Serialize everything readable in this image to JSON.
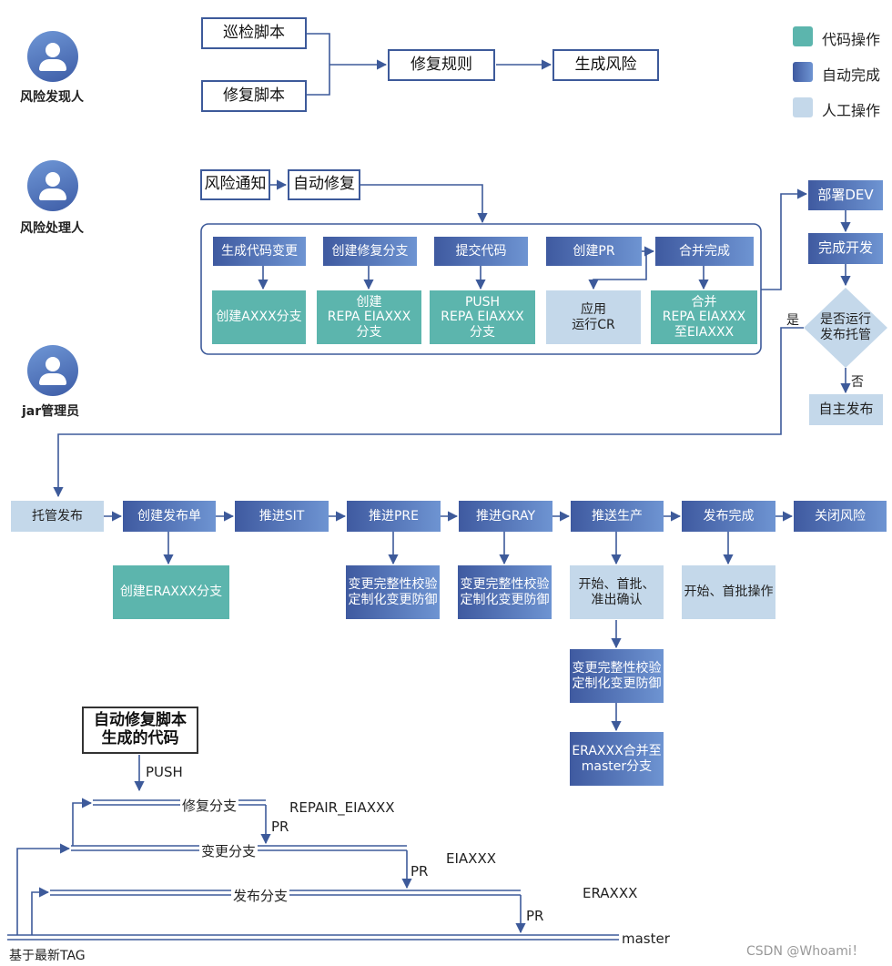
{
  "legend": [
    {
      "label": "代码操作",
      "color": "#5cb5ad"
    },
    {
      "label": "自动完成",
      "color": "#4a66ae"
    },
    {
      "label": "人工操作",
      "color": "#c4d8ea"
    }
  ],
  "roles": {
    "finder": "风险发现人",
    "handler": "风险处理人",
    "jar_admin": "jar管理员"
  },
  "discover": {
    "patrol": "巡检脚本",
    "repair_script": "修复脚本",
    "rule": "修复规则",
    "generate": "生成风险"
  },
  "handle": {
    "notify": "风险通知",
    "auto_fix": "自动修复",
    "gen_change": "生成代码变更",
    "create_branch": "创建修复分支",
    "commit": "提交代码",
    "create_pr": "创建PR",
    "merge_done": "合并完成",
    "create_axxx": "创建AXXX分支",
    "create_repa": "创建\nREPA EIAXXX\n分支",
    "push_repa": "PUSH\nREPA EIAXXX\n分支",
    "apply_cr": "应用\n运行CR",
    "merge_repa": "合并\nREPA EIAXXX\n至EIAXXX"
  },
  "deploy": {
    "deploy_dev": "部署DEV",
    "finish_dev": "完成开发",
    "decision": "是否运行\n发布托管",
    "yes": "是",
    "no": "否",
    "self_release": "自主发布"
  },
  "release": {
    "managed": "托管发布",
    "create_order": "创建发布单",
    "sit": "推进SIT",
    "pre": "推进PRE",
    "gray": "推进GRAY",
    "prod": "推送生产",
    "done": "发布完成",
    "close": "关闭风险",
    "create_eraxxx": "创建ERAXXX分支",
    "check_pre": "变更完整性校验\n定制化变更防御",
    "check_gray": "变更完整性校验\n定制化变更防御",
    "confirm": "开始、首批、\n准出确认",
    "first_batch": "开始、首批操作",
    "check_prod": "变更完整性校验\n定制化变更防御",
    "merge_master": "ERAXXX合并至\nmaster分支"
  },
  "git": {
    "title": "自动修复脚本\n生成的代码",
    "push": "PUSH",
    "repair_branch": "修复分支",
    "repair_name": "REPAIR_EIAXXX",
    "pr1": "PR",
    "change_branch": "变更分支",
    "change_name": "EIAXXX",
    "pr2": "PR",
    "release_branch": "发布分支",
    "release_name": "ERAXXX",
    "pr3": "PR",
    "master": "master",
    "base_tag": "基于最新TAG"
  },
  "watermark": "CSDN @Whoami！"
}
